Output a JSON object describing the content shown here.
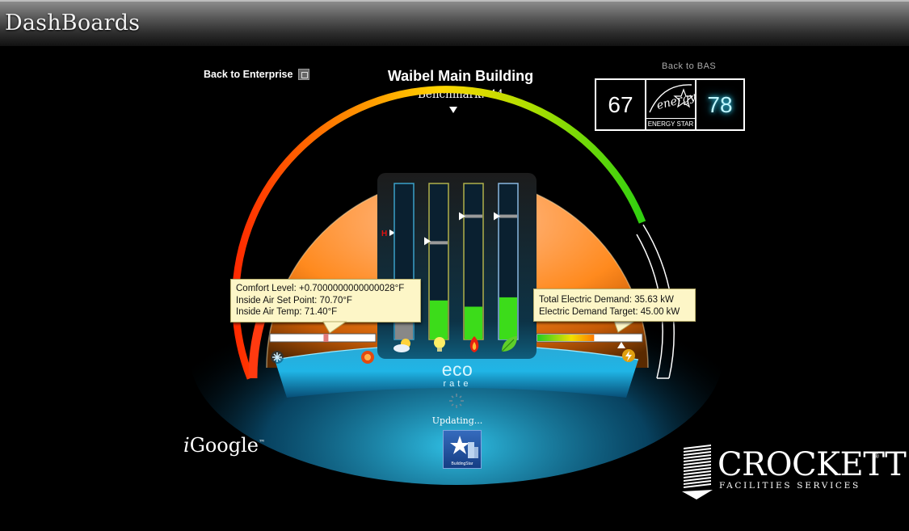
{
  "window": {
    "title": "DashBoards"
  },
  "nav": {
    "back_enterprise": "Back to Enterprise",
    "back_bas": "Back to BAS"
  },
  "building": {
    "name": "Waibel Main Building",
    "benchmark_label": "Benchmark:",
    "benchmark_value": "44"
  },
  "energy_star": {
    "left_score": "67",
    "right_score": "78",
    "logo_text": "ENERGY STAR",
    "logo_script": "energy"
  },
  "comfort_tooltip": {
    "line1": "Comfort Level: +0.7000000000000028°F",
    "line2": "Inside Air Set Point: 70.70°F",
    "line3": "Inside Air Temp: 71.40°F"
  },
  "electric_tooltip": {
    "line1": "Total Electric Demand: 35.63 kW",
    "line2": "Electric Demand Target: 45.00 kW"
  },
  "tubes": [
    {
      "icon": "weather-icon",
      "fill": 0.11,
      "marker": 0.63,
      "accent": "#3ba0c8",
      "fill_color": "#888888"
    },
    {
      "icon": "lightbulb-icon",
      "fill": 0.25,
      "marker": 0.62,
      "accent": "#b0b04a",
      "fill_color": "#3cdc1a"
    },
    {
      "icon": "flame-icon",
      "fill": 0.21,
      "marker": 0.79,
      "accent": "#b0b04a",
      "fill_color": "#3cdc1a"
    },
    {
      "icon": "leaf-icon",
      "fill": 0.27,
      "marker": 0.79,
      "accent": "#8ab8e0",
      "fill_color": "#3cdc1a"
    }
  ],
  "tube_hi_label": "H",
  "comfort_slider_level": 0.53,
  "electric_demand_fraction": 0.79,
  "eco": {
    "title": "eco",
    "subtitle": "rate"
  },
  "status": {
    "updating": "Updating..."
  },
  "footer": {
    "igoogle_i": "i",
    "igoogle_rest": "Google",
    "igoogle_tm": "™",
    "buildingstar": "BuildingStar",
    "crockett_name": "CROCKETT",
    "crockett_sub": "FACILITIES SERVICES",
    "crockett_reg": "®"
  },
  "colors": {
    "arc_low": "#ff2a00",
    "arc_mid": "#ffd400",
    "arc_high": "#40e020",
    "eco_blue": "#19b8e8"
  }
}
